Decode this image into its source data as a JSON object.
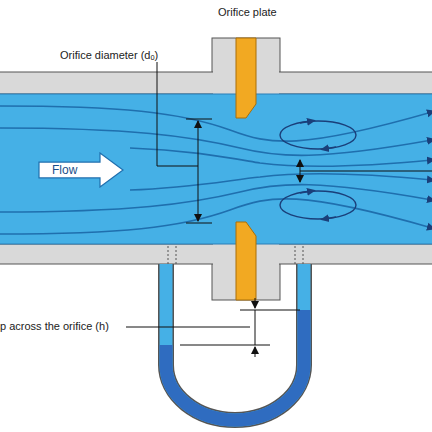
{
  "diagram": {
    "nodes": [
      {
        "text": [
          "Flow"
        ]
      }
    ],
    "labels": [
      "Orifice plate",
      "Orifice diameter (dₒ)",
      "p across the orifice (h)"
    ]
  }
}
